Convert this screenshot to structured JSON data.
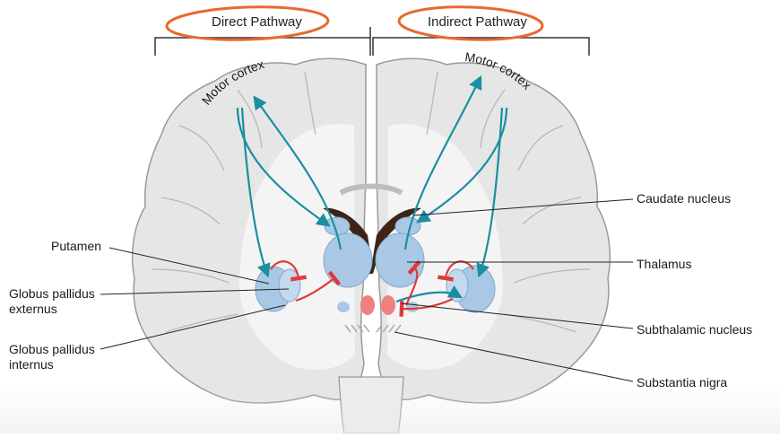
{
  "headers": {
    "direct": "Direct Pathway",
    "indirect": "Indirect Pathway"
  },
  "cortex": {
    "left": "Motor cortex",
    "right": "Motor cortex"
  },
  "left_labels": {
    "putamen": "Putamen",
    "gpe_line1": "Globus pallidus",
    "gpe_line2": "externus",
    "gpi_line1": "Globus pallidus",
    "gpi_line2": "internus"
  },
  "right_labels": {
    "caudate": "Caudate nucleus",
    "thalamus": "Thalamus",
    "subthalamic": "Subthalamic nucleus",
    "substantia": "Substantia nigra"
  },
  "colors": {
    "excitatory": "#1a8fa0",
    "inhibitory": "#e03a3a",
    "annotation_circle": "#e8692f",
    "nucleus_fill": "#a9c8e6",
    "brain_fill": "#e6e6e6",
    "ventricle": "#3d2414",
    "subthalamic_fill": "#f08080"
  }
}
